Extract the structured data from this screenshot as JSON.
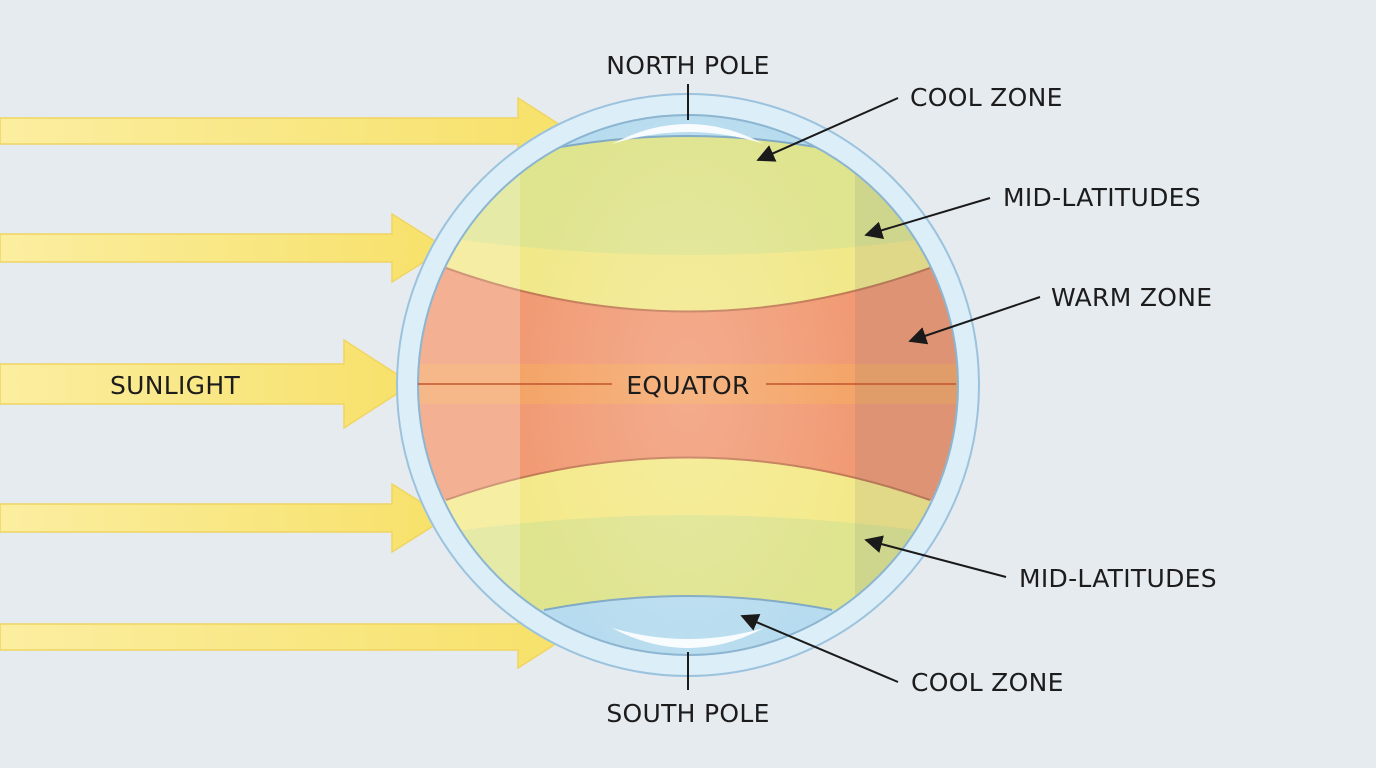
{
  "labels": {
    "north_pole": "NORTH POLE",
    "south_pole": "SOUTH POLE",
    "cool_zone_top": "COOL ZONE",
    "cool_zone_bottom": "COOL ZONE",
    "mid_latitudes_top": "MID-LATITUDES",
    "mid_latitudes_bottom": "MID-LATITUDES",
    "warm_zone": "WARM ZONE",
    "equator": "EQUATOR",
    "sunlight": "SUNLIGHT"
  },
  "colors": {
    "background": "#e6ebf0",
    "sunlight_arrow": "#f7e57a",
    "cool_zone": "#b8dcef",
    "mid_latitudes": "#f4e98a",
    "warm_zone": "#f19a74",
    "equator_band": "#f5a85e",
    "atmosphere": "#d9ecf6"
  }
}
